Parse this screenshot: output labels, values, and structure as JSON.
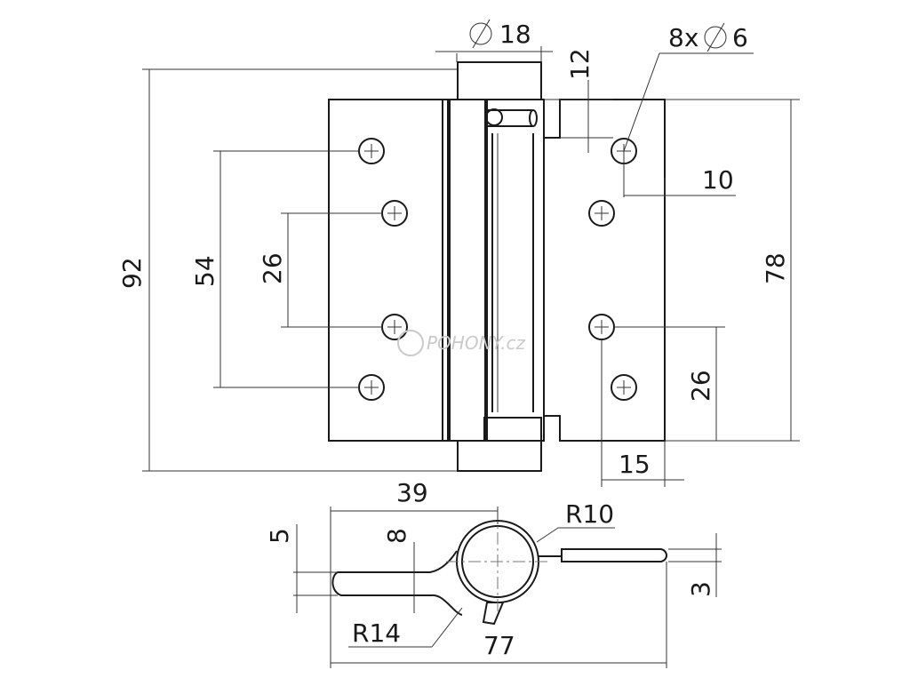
{
  "drawing": {
    "dimensions": {
      "pin_diameter": "18",
      "hole_spec": "8x",
      "hole_diameter": "6",
      "top_offset": "12",
      "right_offset": "10",
      "overall_height": "92",
      "outer_hole_spacing": "54",
      "inner_hole_spacing_left": "26",
      "leaf_height": "78",
      "inner_hole_spacing_right": "26",
      "bottom_offset": "15",
      "section_width": "39",
      "radius_barrel": "R10",
      "thickness_left": "5",
      "barrel_offset": "8",
      "radius_arm": "R14",
      "overall_width": "77",
      "thickness_right": "3"
    },
    "watermark": "POHONY.cz"
  }
}
